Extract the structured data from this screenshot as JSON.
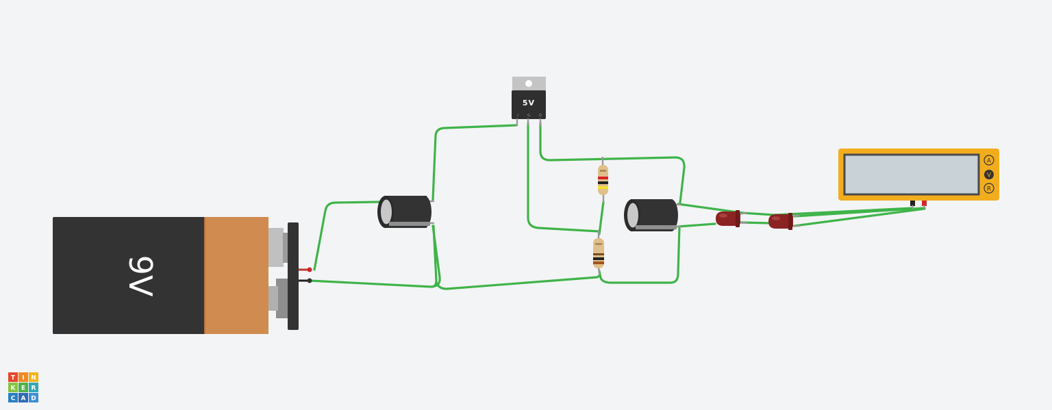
{
  "battery": {
    "label": "9V"
  },
  "regulator": {
    "label": "5V",
    "pin_labels": [
      "I",
      "G",
      "O"
    ]
  },
  "multimeter": {
    "modes": [
      "A",
      "V",
      "R"
    ],
    "selected_mode": "V"
  },
  "logo": {
    "letters": [
      "T",
      "I",
      "N",
      "K",
      "E",
      "R",
      "C",
      "A",
      "D"
    ]
  },
  "colors": {
    "wire": "#3fb449",
    "battery_body": "#333333",
    "battery_band": "#d08c50",
    "led": "#8b2323",
    "multimeter_body": "#f2ad1e",
    "multimeter_display": "#c9d2d6",
    "logo_tiles": [
      "#e5482d",
      "#f08a24",
      "#f6b319",
      "#86c440",
      "#4fb248",
      "#31a8b6",
      "#2a7fc0",
      "#2d6bb4",
      "#3e8fd3"
    ]
  }
}
